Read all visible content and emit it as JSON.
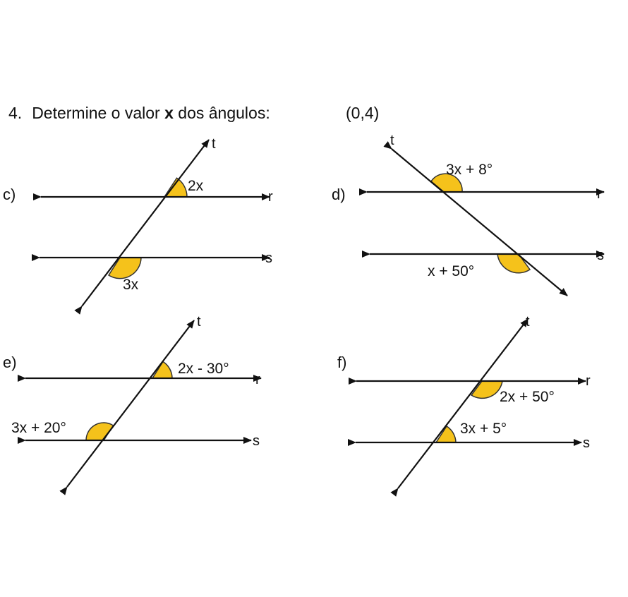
{
  "question": {
    "number": "4.",
    "text_before": "Determine o valor ",
    "variable": "x",
    "text_after": " dos ângulos:",
    "score": "(0,4)"
  },
  "colors": {
    "angle_fill": "#f5c21b",
    "line": "#111111"
  },
  "panels": {
    "c": {
      "label": "c)",
      "transversal": "t",
      "line_top": "r",
      "line_bottom": "s",
      "angle_top": "2x",
      "angle_bottom": "3x"
    },
    "d": {
      "label": "d)",
      "transversal": "t",
      "line_top": "r",
      "line_bottom": "s",
      "angle_top": "3x + 8°",
      "angle_bottom": "x + 50°"
    },
    "e": {
      "label": "e)",
      "transversal": "t",
      "line_top": "r",
      "line_bottom": "s",
      "angle_top": "2x - 30°",
      "angle_bottom": "3x + 20°"
    },
    "f": {
      "label": "f)",
      "transversal": "t",
      "line_top": "r",
      "line_bottom": "s",
      "angle_top": "2x + 50°",
      "angle_bottom": "3x + 5°"
    }
  }
}
